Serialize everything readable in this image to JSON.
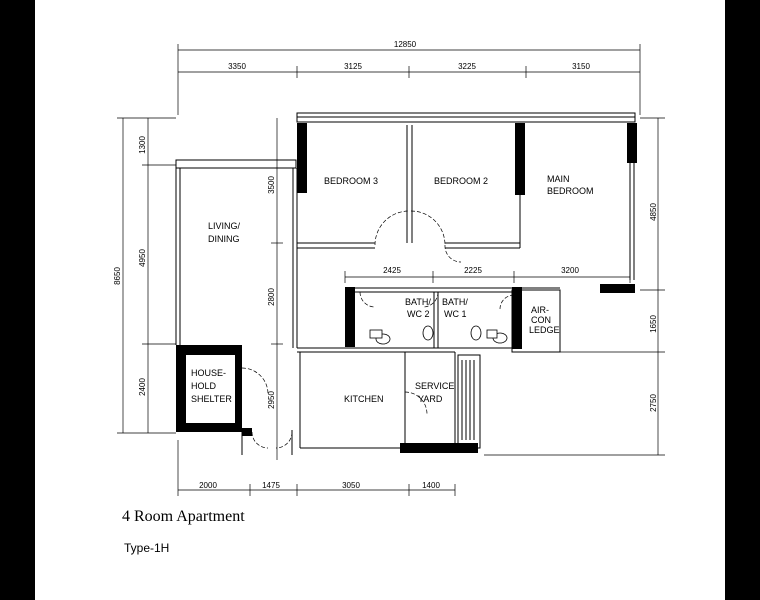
{
  "title": "4 Room Apartment",
  "subtitle": "Type-1H",
  "dimensions": {
    "overall_width": "12850",
    "top_segments": [
      "3350",
      "3125",
      "3225",
      "3150"
    ],
    "bottom_segments": [
      "2000",
      "1475",
      "3050",
      "1400"
    ],
    "mid_segments": [
      "2425",
      "2225",
      "3200"
    ],
    "left_overall": "8650",
    "left_segments": [
      "1300",
      "4950",
      "2400"
    ],
    "inner_left": [
      "3500",
      "2800",
      "2950"
    ],
    "right_segments": [
      "4850",
      "1650",
      "2750"
    ]
  },
  "rooms": {
    "bedroom3": "BEDROOM 3",
    "bedroom2": "BEDROOM 2",
    "main_bedroom_1": "MAIN",
    "main_bedroom_2": "BEDROOM",
    "living_1": "LIVING/",
    "living_2": "DINING",
    "bath2_1": "BATH/",
    "bath2_2": "WC 2",
    "bath1_1": "BATH/",
    "bath1_2": "WC 1",
    "aircon_1": "AIR-",
    "aircon_2": "CON",
    "aircon_3": "LEDGE",
    "shelter_1": "HOUSE-",
    "shelter_2": "HOLD",
    "shelter_3": "SHELTER",
    "kitchen": "KITCHEN",
    "service_1": "SERVICE",
    "service_2": "YARD"
  }
}
